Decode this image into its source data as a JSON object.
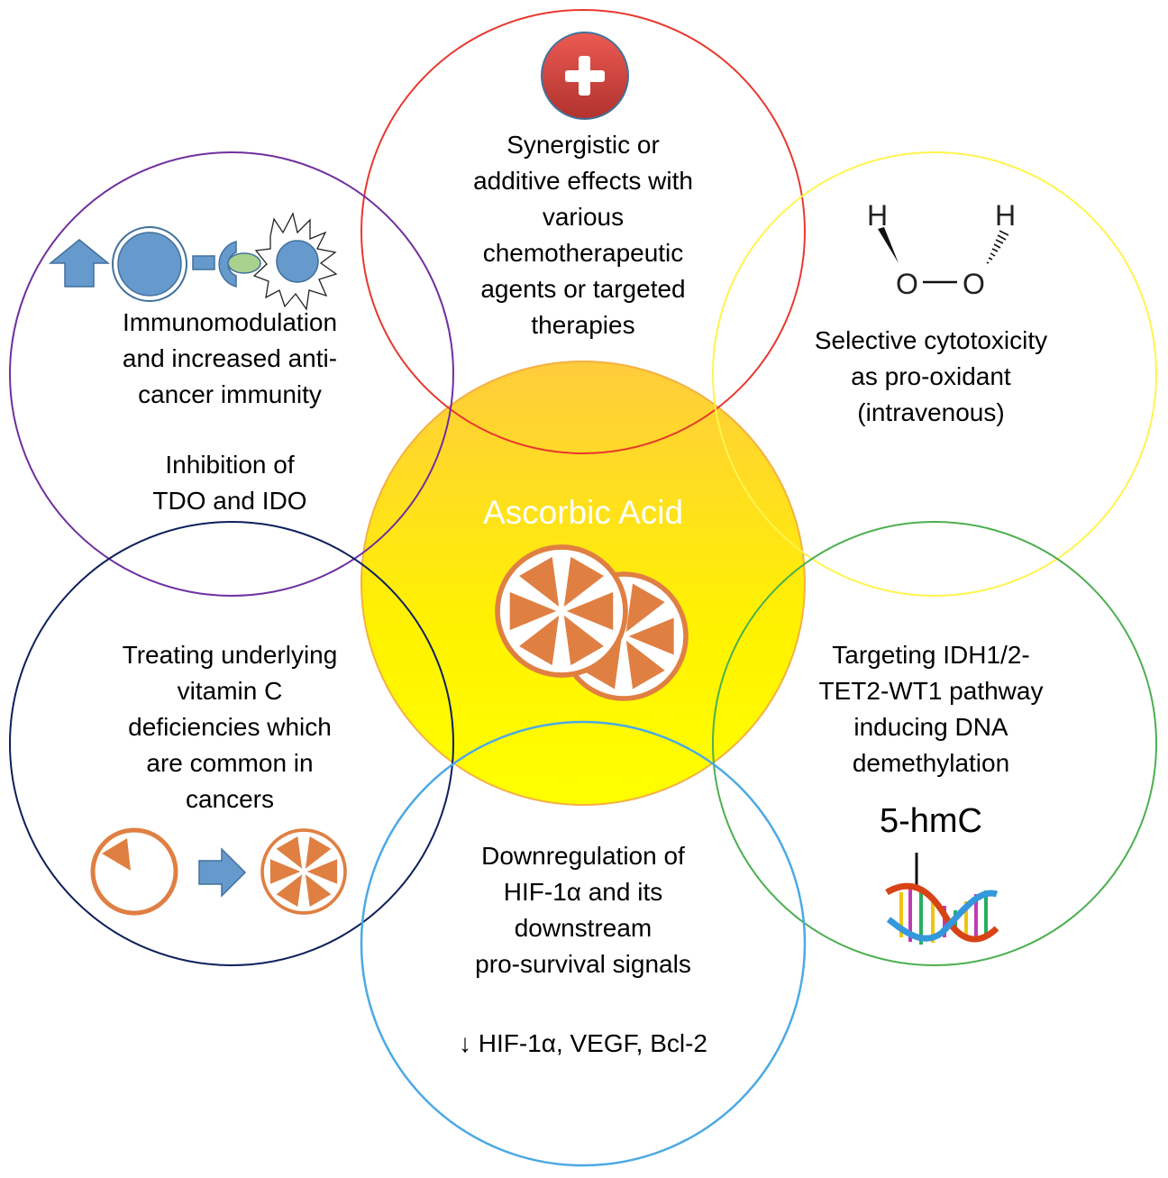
{
  "diagram": {
    "title": "Ascorbic Acid",
    "colors": {
      "center_fill_top": "#FFCC3D",
      "center_fill_bottom": "#FFFF00",
      "center_stroke": "#F5B041",
      "orange": "#E07F42",
      "icon_blue": "#6699CC",
      "icon_blue_stroke": "#41719C",
      "icon_green": "#A9D18E",
      "plus_red": "#D64541"
    },
    "nodes": [
      {
        "id": "synergy",
        "position": "top",
        "ring_color": "#E8382E",
        "icon": "plus-icon",
        "text": "Synergistic or\nadditive effects with\nvarious\nchemotherapeutic\nagents or targeted\ntherapies"
      },
      {
        "id": "immunomodulation",
        "position": "top-left",
        "ring_color": "#7030A0",
        "icon": "immune-cell-interaction-icon",
        "text": "Immunomodulation\nand increased anti-\ncancer immunity",
        "subtext": "Inhibition of\nTDO and IDO"
      },
      {
        "id": "cytotoxicity",
        "position": "top-right",
        "ring_color": "#FFF44F",
        "icon": "hydrogen-peroxide-molecule-icon",
        "molecule_atoms": [
          "H",
          "O",
          "O",
          "H"
        ],
        "text": "Selective cytotoxicity\nas pro-oxidant\n(intravenous)"
      },
      {
        "id": "deficiency",
        "position": "bottom-left",
        "ring_color": "#0D1F5C",
        "icon": "orange-deficiency-to-full-icon",
        "text": "Treating underlying\nvitamin C\ndeficiencies which\nare common in\ncancers"
      },
      {
        "id": "demethylation",
        "position": "bottom-right",
        "ring_color": "#4CAF50",
        "icon": "dna-helix-icon",
        "text": "Targeting IDH1/2-\nTET2-WT1 pathway\ninducing DNA\ndemethylation",
        "marker": "5-hmC"
      },
      {
        "id": "hif",
        "position": "bottom",
        "ring_color": "#4BA9E4",
        "text": "Downregulation of\nHIF-1α and its\ndownstream\npro-survival signals",
        "subtext": "↓ HIF-1α, VEGF, Bcl-2"
      }
    ]
  }
}
